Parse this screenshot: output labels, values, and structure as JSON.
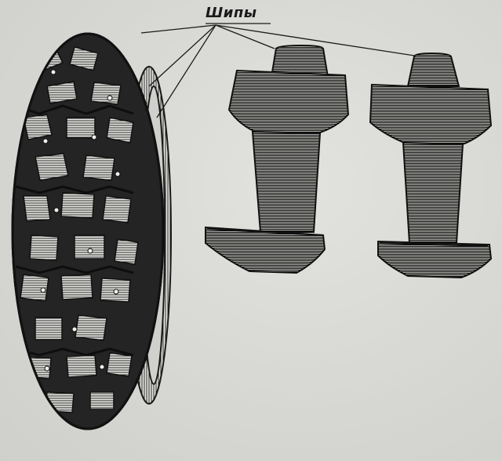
{
  "figure": {
    "callout_label": "Шипы",
    "colors": {
      "paper": "#d9d9d5",
      "ink": "#1a1a1a",
      "tread_light": "#e8e8e4",
      "tread_dark": "#2a2a2a"
    },
    "icons": [
      "studded-tire-illustration",
      "tire-stud-illustration",
      "tire-stud-illustration"
    ]
  }
}
